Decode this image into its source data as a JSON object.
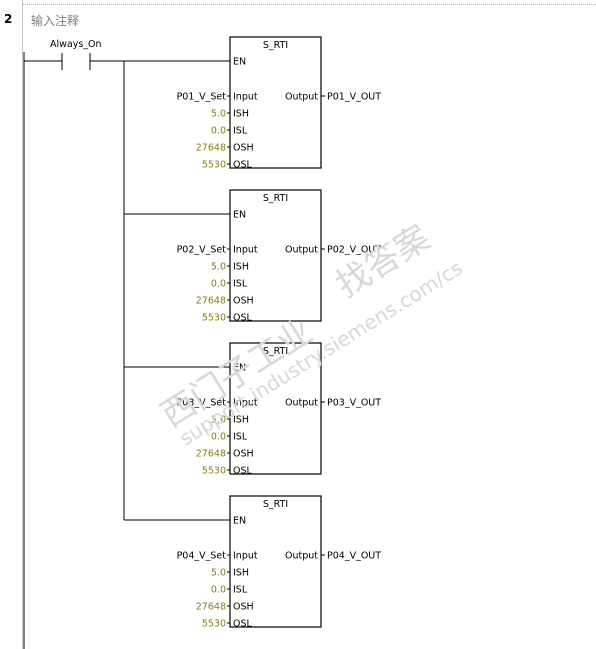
{
  "rung": {
    "number": "2",
    "comment": "输入注释",
    "contact_label": "Always_On"
  },
  "blocks": [
    {
      "title": "S_RTI",
      "en": "EN",
      "in_pin": "Input",
      "out_pin": "Output",
      "input_tag": "P01_V_Set",
      "output_tag": "P01_V_OUT",
      "params": [
        {
          "value": "5.0",
          "pin": "ISH"
        },
        {
          "value": "0.0",
          "pin": "ISL"
        },
        {
          "value": "27648",
          "pin": "OSH"
        },
        {
          "value": "5530",
          "pin": "OSL"
        }
      ]
    },
    {
      "title": "S_RTI",
      "en": "EN",
      "in_pin": "Input",
      "out_pin": "Output",
      "input_tag": "P02_V_Set",
      "output_tag": "P02_V_OUT",
      "params": [
        {
          "value": "5.0",
          "pin": "ISH"
        },
        {
          "value": "0.0",
          "pin": "ISL"
        },
        {
          "value": "27648",
          "pin": "OSH"
        },
        {
          "value": "5530",
          "pin": "OSL"
        }
      ]
    },
    {
      "title": "S_RTI",
      "en": "EN",
      "in_pin": "Input",
      "out_pin": "Output",
      "input_tag": "P03_V_Set",
      "output_tag": "P03_V_OUT",
      "params": [
        {
          "value": "5.0",
          "pin": "ISH"
        },
        {
          "value": "0.0",
          "pin": "ISL"
        },
        {
          "value": "27648",
          "pin": "OSH"
        },
        {
          "value": "5530",
          "pin": "OSL"
        }
      ]
    },
    {
      "title": "S_RTI",
      "en": "EN",
      "in_pin": "Input",
      "out_pin": "Output",
      "input_tag": "P04_V_Set",
      "output_tag": "P04_V_OUT",
      "params": [
        {
          "value": "5.0",
          "pin": "ISH"
        },
        {
          "value": "0.0",
          "pin": "ISL"
        },
        {
          "value": "27648",
          "pin": "OSH"
        },
        {
          "value": "5530",
          "pin": "OSL"
        }
      ]
    }
  ],
  "watermark": {
    "cn": "西门子工业",
    "en": "support.industry.siemens.com/cs",
    "cn2": "找答案"
  },
  "colors": {
    "wire": "#000000",
    "param_value": "#8b7d16",
    "tag": "#000000"
  }
}
